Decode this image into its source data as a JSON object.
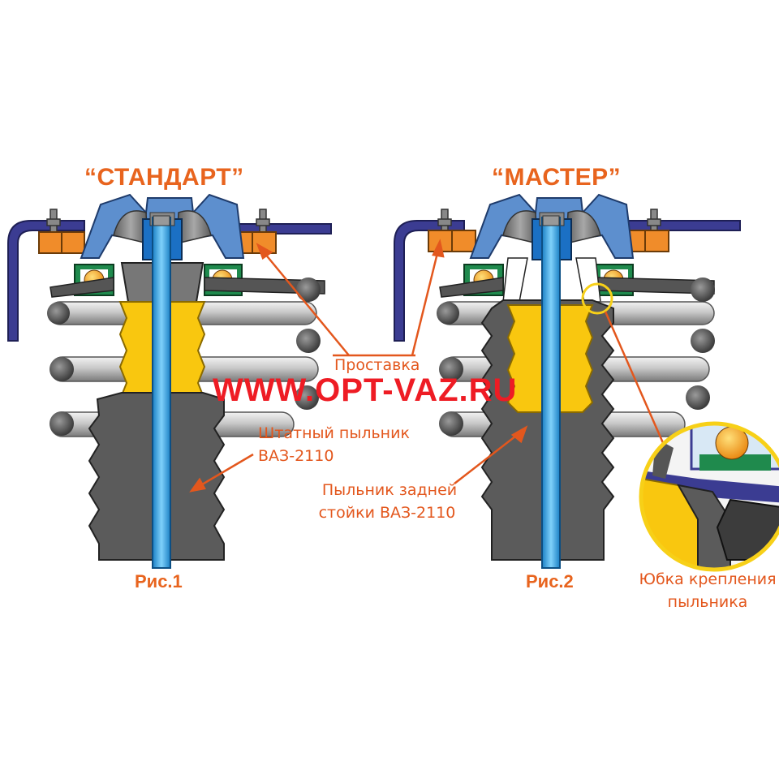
{
  "colors": {
    "accent": "#e8641e",
    "label": "#e3571d",
    "watermark": "#ee1c24",
    "rod": "#2da8e8",
    "bump_stop": "#f9c70f",
    "boot": "#5b5b5b",
    "spacer": "#f08c2a",
    "support_body": "#3a6fb0",
    "bracket": "#3b3c92",
    "bearing_ring": "#1f8a4d"
  },
  "titles": {
    "left": "“СТАНДАРТ”",
    "right": "“МАСТЕР”"
  },
  "figures": {
    "left": "Рис.1",
    "right": "Рис.2"
  },
  "labels": {
    "spacer": "Проставка",
    "std_boot_line1": "Штатный пыльник",
    "std_boot_line2": "ВАЗ-2110",
    "rear_boot_line1": "Пыльник задней",
    "rear_boot_line2": "стойки ВАЗ-2110",
    "skirt_line1": "Юбка крепления",
    "skirt_line2": "пыльника"
  },
  "watermark": "WWW.OPT-VAZ.RU"
}
